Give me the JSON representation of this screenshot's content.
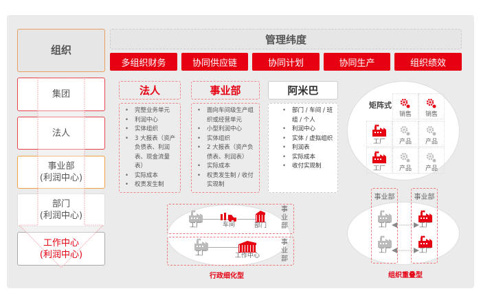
{
  "org": {
    "title": "组织",
    "levels": [
      {
        "l1": "集团"
      },
      {
        "l1": "法人"
      },
      {
        "l1": "事业部",
        "l2": "(利润中心)"
      },
      {
        "l1": "部门",
        "l2": "(利润中心)"
      },
      {
        "l1": "工作中心",
        "l2": "(利润中心)"
      }
    ]
  },
  "mgmt": {
    "title": "管理纬度",
    "tabs": [
      "多组织财务",
      "协同供应链",
      "协同计划",
      "协同生产",
      "组织绩效"
    ]
  },
  "columns": [
    {
      "title": "法人",
      "items": [
        "完整业务单元",
        "利润中心",
        "实体组织",
        "3 大报表（资产负债表、利润表、现金流量表）",
        "实际成本",
        "权责发生制"
      ]
    },
    {
      "title": "事业部",
      "items": [
        "面向车间级生产组织或经营单元",
        "小型利润中心",
        "实体组织",
        "2 大报表（资产负债表、利润表）",
        "实际成本",
        "权责发生制 / 收付实现制"
      ]
    },
    {
      "title": "阿米巴",
      "items": [
        "部门 / 车间 / 班组 / 个人",
        "利润中心",
        "实体 / 虚拟组织",
        "利润表",
        "实际成本",
        "收付实现制"
      ]
    }
  ],
  "matrix": {
    "title": "矩阵式",
    "sales": "销售",
    "factory": "工厂",
    "product": "产品"
  },
  "admin": {
    "caption": "行政细化型",
    "division": "事业部",
    "factory": "工厂",
    "workshop": "车间",
    "dept": "部门",
    "workcenter": "工作中心"
  },
  "overlap": {
    "caption": "组织重叠型",
    "division": "事业部",
    "factory": "工厂"
  },
  "colors": {
    "red": "#e60012",
    "gray": "#bbbbbb"
  }
}
